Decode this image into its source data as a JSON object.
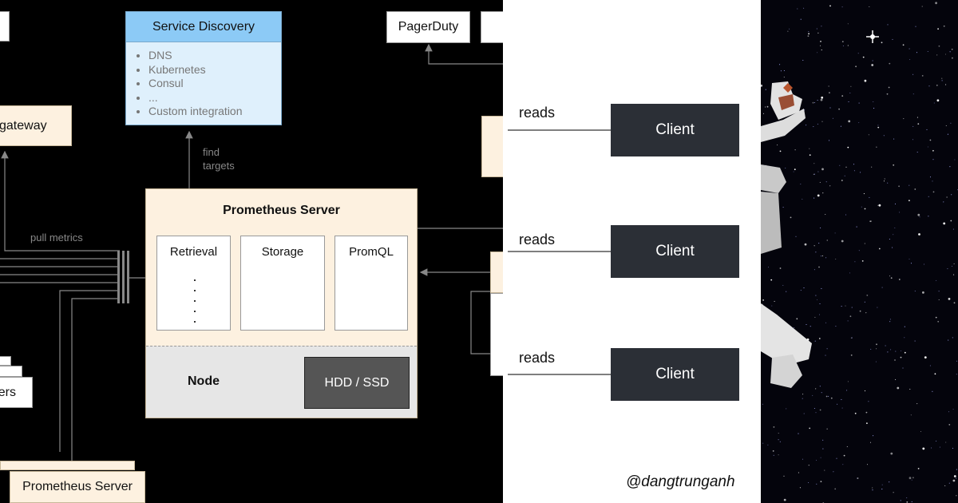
{
  "left_diagram": {
    "service_discovery": {
      "title": "Service Discovery",
      "items": [
        "DNS",
        "Kubernetes",
        "Consul",
        "...",
        "Custom integration"
      ]
    },
    "pagerduty": "PagerDuty",
    "pushgateway_partial": "gateway",
    "find_targets": [
      "find",
      "targets"
    ],
    "pull_metrics": "pull metrics",
    "prometheus_server": {
      "title": "Prometheus Server",
      "retrieval": "Retrieval",
      "storage": "Storage",
      "promql": "PromQL",
      "node": "Node",
      "hdd": "HDD / SSD"
    },
    "exporters_partial": "ers",
    "bottom_server": "Prometheus Server"
  },
  "middle_diagram": {
    "rows": [
      {
        "label": "reads",
        "client": "Client"
      },
      {
        "label": "reads",
        "client": "Client"
      },
      {
        "label": "reads",
        "client": "Client"
      }
    ],
    "watermark": "@dangtrunganh"
  }
}
